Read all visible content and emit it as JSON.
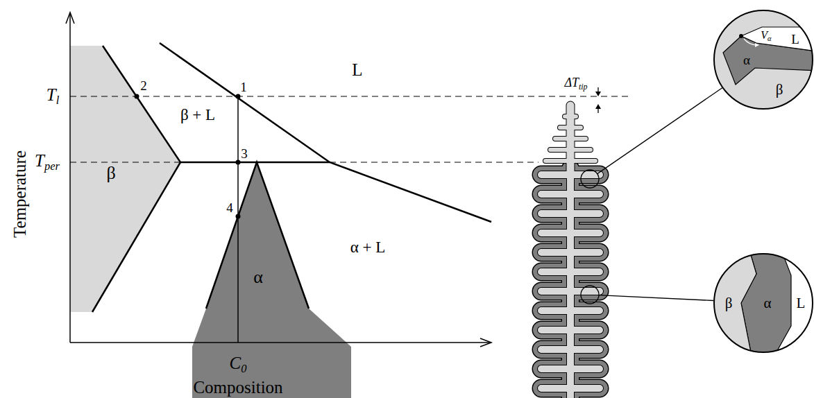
{
  "diagram": {
    "nodes": [
      {
        "text": [
          "β"
        ]
      },
      {
        "text": [
          "α"
        ]
      },
      {
        "text": [
          "Vα",
          "L",
          "α",
          "β"
        ]
      },
      {
        "text": [
          "β",
          "α",
          "L"
        ]
      }
    ],
    "labels": [
      "Temperature",
      "Tl",
      "Tper",
      "Composition",
      "C0",
      "1",
      "2",
      "3",
      "4",
      "L",
      "β + L",
      "α + L",
      "ΔTtip"
    ]
  }
}
